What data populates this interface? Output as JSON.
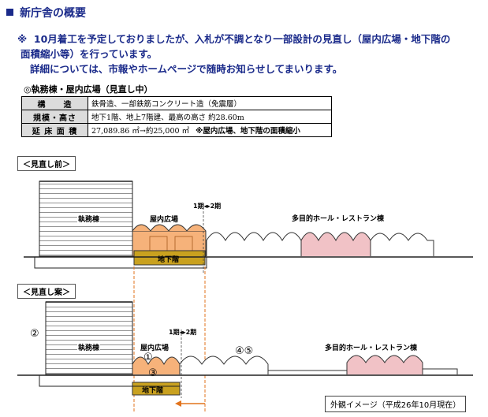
{
  "heading": "新庁舎の概要",
  "notice": {
    "mark": "※",
    "line1": "10月着工を予定しておりましたが、入札が不調となり一部設計の見直し（屋内広場・地下階の",
    "line2": "面積縮小等）を行っています。",
    "line3": "詳細については、市報やホームページで随時お知らせしてまいります。"
  },
  "subtitle": "◎執務棟・屋内広場（見直し中）",
  "spec_table": [
    {
      "key": "構　　造",
      "value": "鉄骨造、一部鉄筋コンクリート造（免震層）",
      "note": ""
    },
    {
      "key": "規模・高さ",
      "value": "地下1階、地上7階建、最高の高さ 約28.60m",
      "note": ""
    },
    {
      "key": "延 床 面 積",
      "value": "27,089.86 ㎡→約25,000 ㎡",
      "note": "※屋内広場、地下階の面積縮小"
    }
  ],
  "diagram_before": {
    "tag": "＜見直し前＞",
    "tower_label": "執務棟",
    "plaza_label": "屋内広場",
    "basement_label": "地下階",
    "phase_label": "1期◂▸2期",
    "hall_label": "多目的ホール・レストラン棟"
  },
  "diagram_after": {
    "tag": "＜見直し案＞",
    "tower_label": "執務棟",
    "plaza_label": "屋内広場",
    "basement_label": "地下階",
    "phase_label": "1期◂▸2期",
    "hall_label": "多目的ホール・レストラン棟",
    "marker_2": "②",
    "marker_1": "①",
    "marker_3": "③",
    "marker_45": "④⑤"
  },
  "caption": "外観イメージ（平成26年10月現在）",
  "colors": {
    "heading": "#1a2a8a",
    "plaza_fill": "#f6b27a",
    "hall_fill": "#f1c2c6",
    "basement_fill": "#c9a11f",
    "arrow": "#e2731c"
  }
}
